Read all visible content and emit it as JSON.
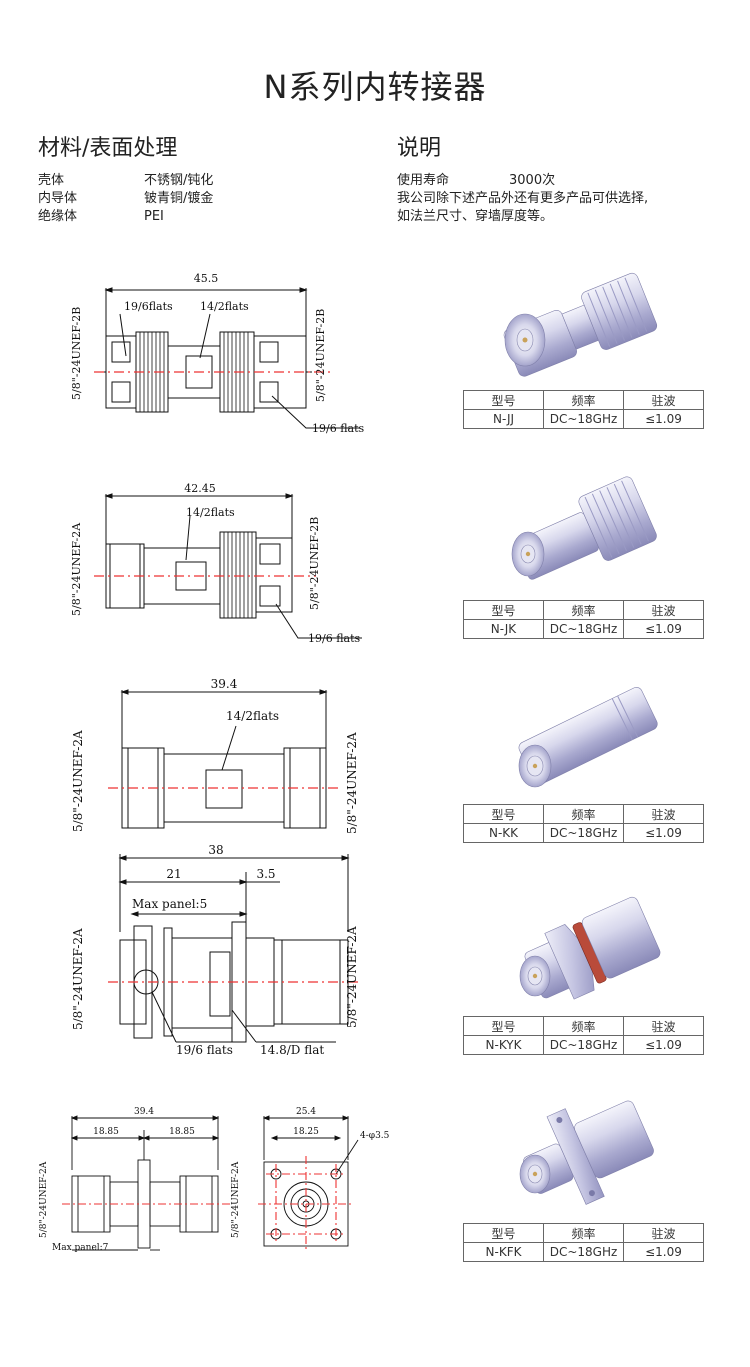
{
  "title": "N系列内转接器",
  "materials": {
    "heading": "材料/表面处理",
    "rows": [
      {
        "part": "壳体",
        "finish": "不锈钢/钝化"
      },
      {
        "part": "内导体",
        "finish": "铍青铜/镀金"
      },
      {
        "part": "绝缘体",
        "finish": "PEI"
      }
    ]
  },
  "notes": {
    "heading": "说明",
    "life_label": "使用寿命",
    "life_value": "3000次",
    "line2": "我公司除下述产品外还有更多产品可供选择,",
    "line3": "如法兰尺寸、穿墙厚度等。"
  },
  "table_headers": {
    "model": "型号",
    "freq": "频率",
    "vswr": "驻波"
  },
  "products": [
    {
      "model": "N-JJ",
      "freq": "DC~18GHz",
      "vswr": "≤1.09"
    },
    {
      "model": "N-JK",
      "freq": "DC~18GHz",
      "vswr": "≤1.09"
    },
    {
      "model": "N-KK",
      "freq": "DC~18GHz",
      "vswr": "≤1.09"
    },
    {
      "model": "N-KYK",
      "freq": "DC~18GHz",
      "vswr": "≤1.09"
    },
    {
      "model": "N-KFK",
      "freq": "DC~18GHz",
      "vswr": "≤1.09"
    }
  ],
  "drawings": {
    "d1": {
      "len": "45.5",
      "flats_a": "19/6flats",
      "flats_b": "14/2flats",
      "flats_c": "19/6 flats",
      "thread_l": "5/8\"-24UNEF-2B",
      "thread_r": "5/8\"-24UNEF-2B"
    },
    "d2": {
      "len": "42.45",
      "flats_a": "14/2flats",
      "flats_c": "19/6 flats",
      "thread_l": "5/8\"-24UNEF-2A",
      "thread_r": "5/8\"-24UNEF-2B"
    },
    "d3": {
      "len": "39.4",
      "flats_a": "14/2flats",
      "thread_l": "5/8\"-24UNEF-2A",
      "thread_r": "5/8\"-24UNEF-2A"
    },
    "d4": {
      "len": "38",
      "len_a": "21",
      "len_b": "3.5",
      "panel": "Max panel:5",
      "flats_a": "19/6 flats",
      "flats_b": "14.8/D flat",
      "thread_l": "5/8\"-24UNEF-2A",
      "thread_r": "5/8\"-24UNEF-2A"
    },
    "d5": {
      "len": "39.4",
      "len_a": "18.85",
      "len_b": "18.85",
      "panel": "Max panel:7",
      "thread_l": "5/8\"-24UNEF-2A",
      "thread_r": "5/8\"-24UNEF-2A",
      "sq": "25.4",
      "sq_in": "18.25",
      "holes": "4-φ3.5"
    }
  }
}
